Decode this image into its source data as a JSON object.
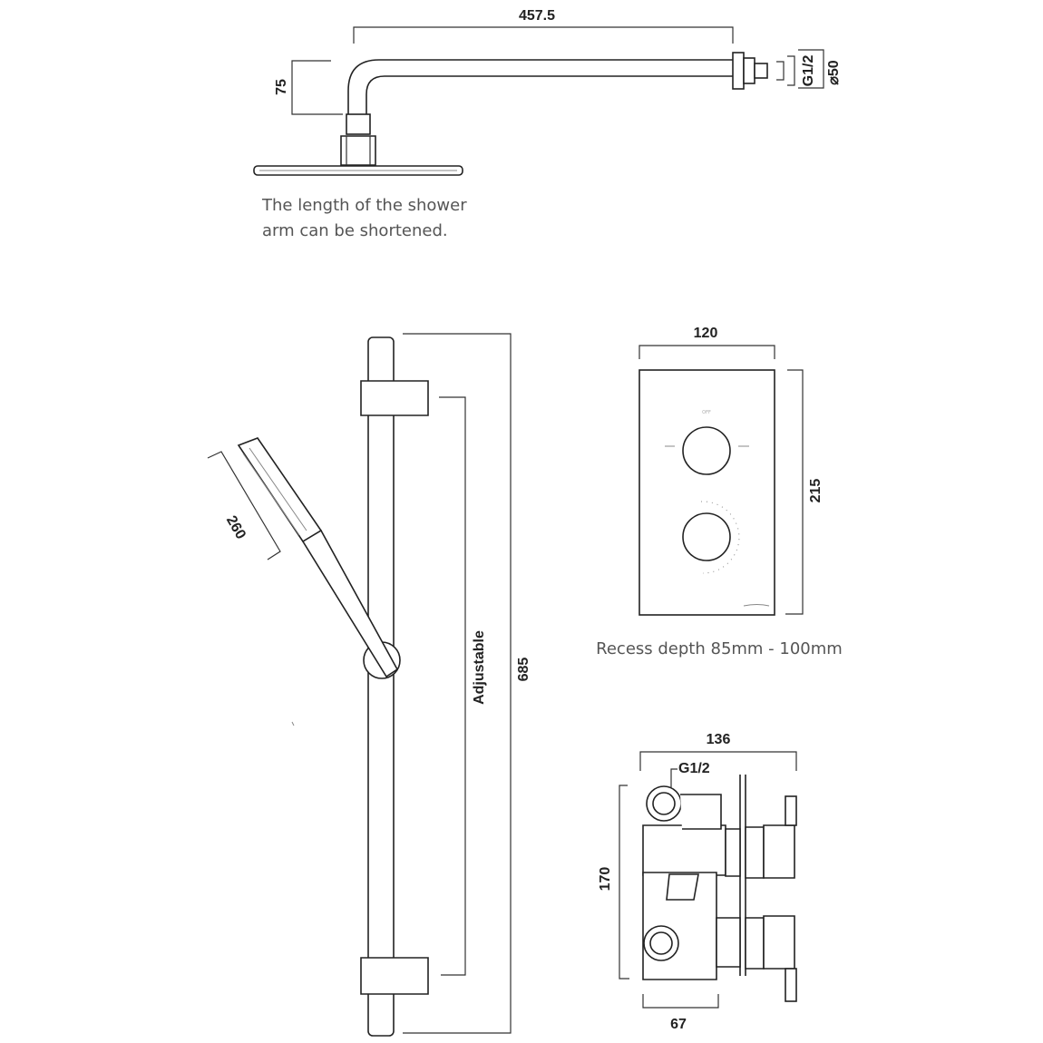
{
  "shower_head": {
    "arm_length": "457.5",
    "drop_height": "75",
    "thread": "G1/2",
    "flange_diameter": "⌀50",
    "note_line1": "The length of the shower",
    "note_line2": "arm can be shortened."
  },
  "riser_rail": {
    "handset_length": "260",
    "adjustable_label": "Adjustable",
    "total_height": "685"
  },
  "valve_plate": {
    "width": "120",
    "height": "215",
    "off_label": "OFF",
    "recess_note": "Recess depth 85mm - 100mm"
  },
  "valve_body": {
    "depth": "136",
    "inlet_thread": "G1/2",
    "height": "170",
    "body_depth": "67"
  }
}
